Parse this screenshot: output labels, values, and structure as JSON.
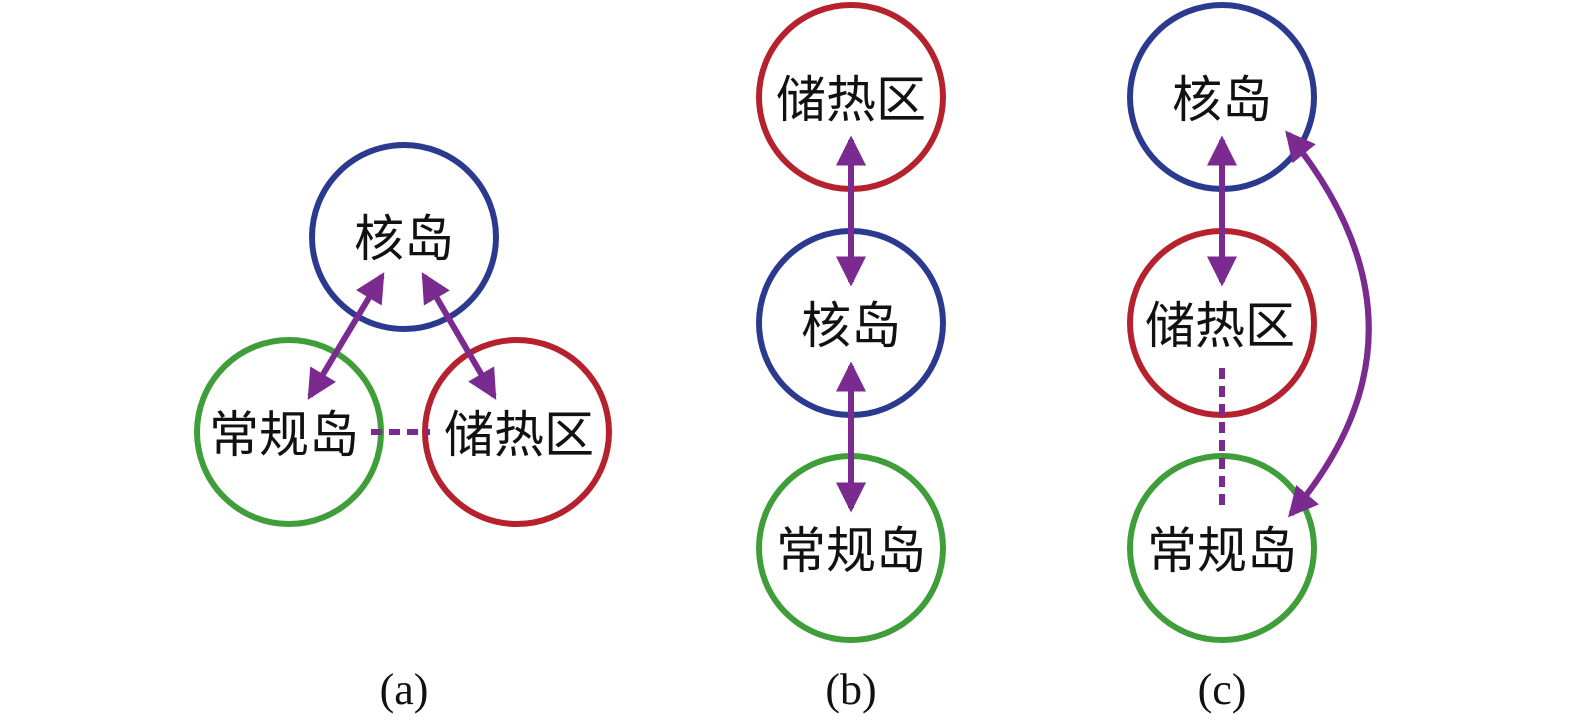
{
  "colors": {
    "nuclear_island": "#2b3a8f",
    "heat_storage": "#b5222d",
    "conventional_island": "#3f9d3a",
    "connector": "#7b2a8f"
  },
  "labels": {
    "nuclear_island": "核岛",
    "heat_storage": "储热区",
    "conventional_island": "常规岛"
  },
  "panels": {
    "a": {
      "caption": "(a)"
    },
    "b": {
      "caption": "(b)"
    },
    "c": {
      "caption": "(c)"
    }
  }
}
